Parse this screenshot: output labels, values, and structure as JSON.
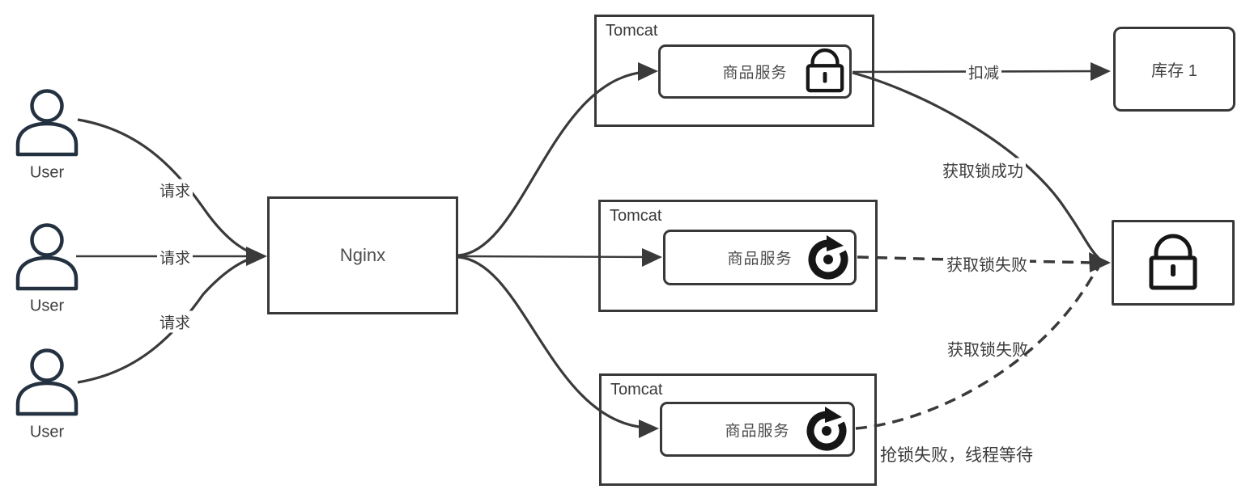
{
  "users": [
    {
      "label": "User"
    },
    {
      "label": "User"
    },
    {
      "label": "User"
    }
  ],
  "request_labels": [
    "请求",
    "请求",
    "请求"
  ],
  "nginx": {
    "label": "Nginx"
  },
  "tomcats": [
    {
      "title": "Tomcat",
      "service_label": "商品服务",
      "icon": "lock-icon"
    },
    {
      "title": "Tomcat",
      "service_label": "商品服务",
      "icon": "retry-icon"
    },
    {
      "title": "Tomcat",
      "service_label": "商品服务",
      "icon": "retry-icon"
    }
  ],
  "inventory": {
    "label": "库存 1"
  },
  "lock_node": {
    "icon": "lock-icon"
  },
  "edge_labels": {
    "deduct": "扣减",
    "lock_success": "获取锁成功",
    "lock_fail_mid": "获取锁失败",
    "lock_fail_bottom": "获取锁失败",
    "lock_wait": "抢锁失败，线程等待"
  },
  "colors": {
    "line": "#3a3a3a",
    "box_border": "#383838",
    "icon_black": "#161616",
    "person_outline": "#233140",
    "label_text": "#3d3d3d"
  }
}
